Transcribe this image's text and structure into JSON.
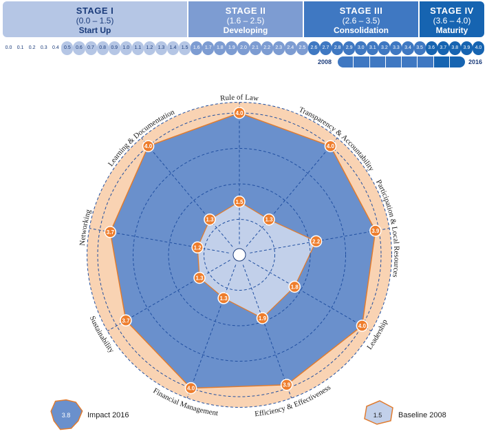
{
  "stages": [
    {
      "name": "STAGE I",
      "range": "(0.0 – 1.5)",
      "label": "Start Up"
    },
    {
      "name": "STAGE II",
      "range": "(1.6 – 2.5)",
      "label": "Developing"
    },
    {
      "name": "STAGE III",
      "range": "(2.6 – 3.5)",
      "label": "Consolidation"
    },
    {
      "name": "STAGE IV",
      "range": "(3.6 – 4.0)",
      "label": "Maturity"
    }
  ],
  "scale_ticks": [
    "0.0",
    "0.1",
    "0.2",
    "0.3",
    "0.4",
    "0.5",
    "0.6",
    "0.7",
    "0.8",
    "0.9",
    "1.0",
    "1.1",
    "1.2",
    "1.3",
    "1.4",
    "1.5",
    "1.6",
    "1.7",
    "1.8",
    "1.9",
    "2.0",
    "2.1",
    "2.2",
    "2.3",
    "2.4",
    "2.5",
    "2.6",
    "2.7",
    "2.8",
    "2.9",
    "3.0",
    "3.1",
    "3.2",
    "3.3",
    "3.4",
    "3.5",
    "3.6",
    "3.7",
    "3.8",
    "3.9",
    "4.0"
  ],
  "timeline": {
    "start": "2008",
    "end": "2016"
  },
  "colors": {
    "impact_fill": "#6a90cc",
    "impact_stroke": "#e07b2e",
    "baseline_fill": "#c2d0ea",
    "outer_band": "#f9d3b3",
    "grid": "#1f4ea0",
    "label_marker": "#ee7d2c",
    "stage1": "#b5c6e5",
    "stage2": "#7d9cd2",
    "stage3": "#3f78c2",
    "stage4": "#1664b1"
  },
  "legend": {
    "impact": {
      "label": "Impact 2016",
      "sample": "3.8"
    },
    "baseline": {
      "label": "Baseline 2008",
      "sample": "1.5"
    }
  },
  "chart_data": {
    "type": "radar",
    "axes": [
      "Rule of Law",
      "Transparency & Accountability",
      "Participation & Local Resources",
      "Leadership",
      "Efficiency & Effectiveness",
      "Financial Management",
      "Sustainability",
      "Networking",
      "Learning & Documentation"
    ],
    "rlim": [
      0,
      4
    ],
    "series": [
      {
        "name": "Impact 2016",
        "values": [
          4.0,
          4.0,
          3.9,
          4.0,
          3.9,
          4.0,
          3.7,
          3.7,
          4.0
        ]
      },
      {
        "name": "Baseline 2008",
        "values": [
          1.5,
          1.3,
          2.2,
          1.8,
          1.9,
          1.3,
          1.3,
          1.2,
          1.3
        ]
      }
    ]
  }
}
